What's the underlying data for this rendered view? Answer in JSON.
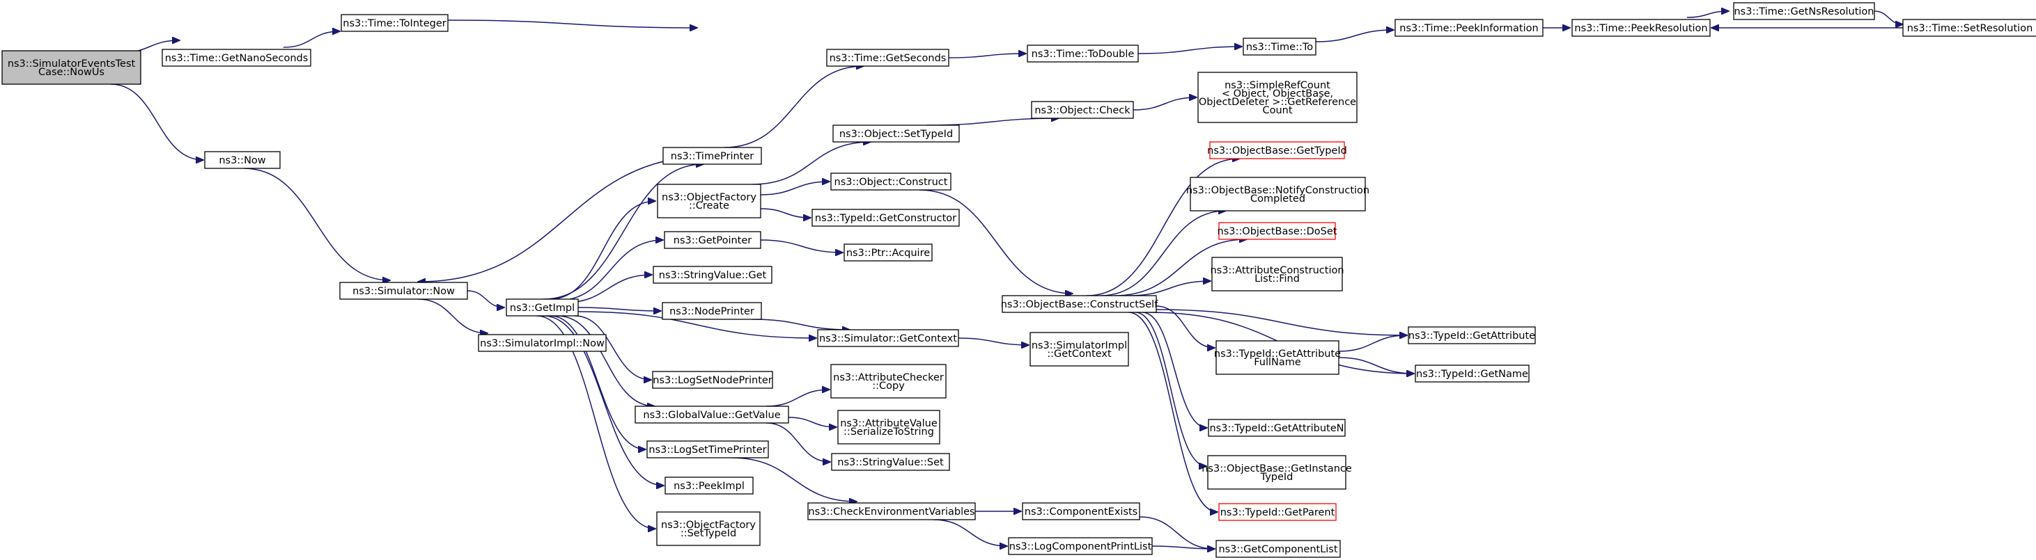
{
  "graph": {
    "nodes": [
      {
        "id": "root",
        "lines": [
          "ns3::SimulatorEventsTest",
          "Case::NowUs"
        ],
        "style": "root"
      },
      {
        "id": "getnano",
        "lines": [
          "ns3::Time::GetNanoSeconds"
        ]
      },
      {
        "id": "tointeger",
        "lines": [
          "ns3::Time::ToInteger"
        ]
      },
      {
        "id": "peekinfo",
        "lines": [
          "ns3::Time::PeekInformation"
        ]
      },
      {
        "id": "peekres",
        "lines": [
          "ns3::Time::PeekResolution"
        ]
      },
      {
        "id": "getnsres",
        "lines": [
          "ns3::Time::GetNsResolution"
        ]
      },
      {
        "id": "setres",
        "lines": [
          "ns3::Time::SetResolution"
        ]
      },
      {
        "id": "now",
        "lines": [
          "ns3::Now"
        ]
      },
      {
        "id": "simnow",
        "lines": [
          "ns3::Simulator::Now"
        ]
      },
      {
        "id": "getimpl",
        "lines": [
          "ns3::GetImpl"
        ]
      },
      {
        "id": "simimplnow",
        "lines": [
          "ns3::SimulatorImpl::Now"
        ]
      },
      {
        "id": "timeprinter",
        "lines": [
          "ns3::TimePrinter"
        ]
      },
      {
        "id": "getseconds",
        "lines": [
          "ns3::Time::GetSeconds"
        ]
      },
      {
        "id": "todouble",
        "lines": [
          "ns3::Time::ToDouble"
        ]
      },
      {
        "id": "timeto",
        "lines": [
          "ns3::Time::To"
        ]
      },
      {
        "id": "ofcreate",
        "lines": [
          "ns3::ObjectFactory",
          "::Create"
        ]
      },
      {
        "id": "objsettypeid",
        "lines": [
          "ns3::Object::SetTypeId"
        ]
      },
      {
        "id": "objcheck",
        "lines": [
          "ns3::Object::Check"
        ]
      },
      {
        "id": "simplerefcount",
        "lines": [
          "ns3::SimpleRefCount",
          "< Object, ObjectBase,",
          "ObjectDeleter >::GetReference",
          "Count"
        ]
      },
      {
        "id": "objconstruct",
        "lines": [
          "ns3::Object::Construct"
        ]
      },
      {
        "id": "getconstructor",
        "lines": [
          "ns3::TypeId::GetConstructor"
        ]
      },
      {
        "id": "getpointer",
        "lines": [
          "ns3::GetPointer"
        ]
      },
      {
        "id": "ptracquire",
        "lines": [
          "ns3::Ptr::Acquire"
        ]
      },
      {
        "id": "stringget",
        "lines": [
          "ns3::StringValue::Get"
        ]
      },
      {
        "id": "nodeprinter",
        "lines": [
          "ns3::NodePrinter"
        ]
      },
      {
        "id": "simgetcontext",
        "lines": [
          "ns3::Simulator::GetContext"
        ]
      },
      {
        "id": "simimplctx",
        "lines": [
          "ns3::SimulatorImpl",
          "::GetContext"
        ]
      },
      {
        "id": "logsetnode",
        "lines": [
          "ns3::LogSetNodePrinter"
        ]
      },
      {
        "id": "attrcheckercopy",
        "lines": [
          "ns3::AttributeChecker",
          "::Copy"
        ]
      },
      {
        "id": "gvgetvalue",
        "lines": [
          "ns3::GlobalValue::GetValue"
        ]
      },
      {
        "id": "attrserialize",
        "lines": [
          "ns3::AttributeValue",
          "::SerializeToString"
        ]
      },
      {
        "id": "stringset",
        "lines": [
          "ns3::StringValue::Set"
        ]
      },
      {
        "id": "logsettime",
        "lines": [
          "ns3::LogSetTimePrinter"
        ]
      },
      {
        "id": "peekimpl",
        "lines": [
          "ns3::PeekImpl"
        ]
      },
      {
        "id": "ofsettypeid",
        "lines": [
          "ns3::ObjectFactory",
          "::SetTypeId"
        ]
      },
      {
        "id": "checkenv",
        "lines": [
          "ns3::CheckEnvironmentVariables"
        ]
      },
      {
        "id": "compexists",
        "lines": [
          "ns3::ComponentExists"
        ]
      },
      {
        "id": "logcompprint",
        "lines": [
          "ns3::LogComponentPrintList"
        ]
      },
      {
        "id": "getcomplist",
        "lines": [
          "ns3::GetComponentList"
        ]
      },
      {
        "id": "constructself",
        "lines": [
          "ns3::ObjectBase::ConstructSelf"
        ]
      },
      {
        "id": "obgettypeid",
        "lines": [
          "ns3::ObjectBase::GetTypeId"
        ],
        "style": "red"
      },
      {
        "id": "notifycc",
        "lines": [
          "ns3::ObjectBase::NotifyConstruction",
          "Completed"
        ]
      },
      {
        "id": "obdoset",
        "lines": [
          "ns3::ObjectBase::DoSet"
        ],
        "style": "red"
      },
      {
        "id": "attrconstrfind",
        "lines": [
          "ns3::AttributeConstruction",
          "List::Find"
        ]
      },
      {
        "id": "tidgetattrfull",
        "lines": [
          "ns3::TypeId::GetAttribute",
          "FullName"
        ]
      },
      {
        "id": "tidgetattr",
        "lines": [
          "ns3::TypeId::GetAttribute"
        ]
      },
      {
        "id": "tidgetname",
        "lines": [
          "ns3::TypeId::GetName"
        ]
      },
      {
        "id": "tidgetattrn",
        "lines": [
          "ns3::TypeId::GetAttributeN"
        ]
      },
      {
        "id": "obgetinst",
        "lines": [
          "ns3::ObjectBase::GetInstance",
          "TypeId"
        ]
      },
      {
        "id": "tidgetparent",
        "lines": [
          "ns3::TypeId::GetParent"
        ],
        "style": "red"
      }
    ],
    "colors": {
      "edge": "#191970",
      "root_fill": "#bfbfbf",
      "border": "#000000",
      "red_border": "#ff0000"
    }
  }
}
